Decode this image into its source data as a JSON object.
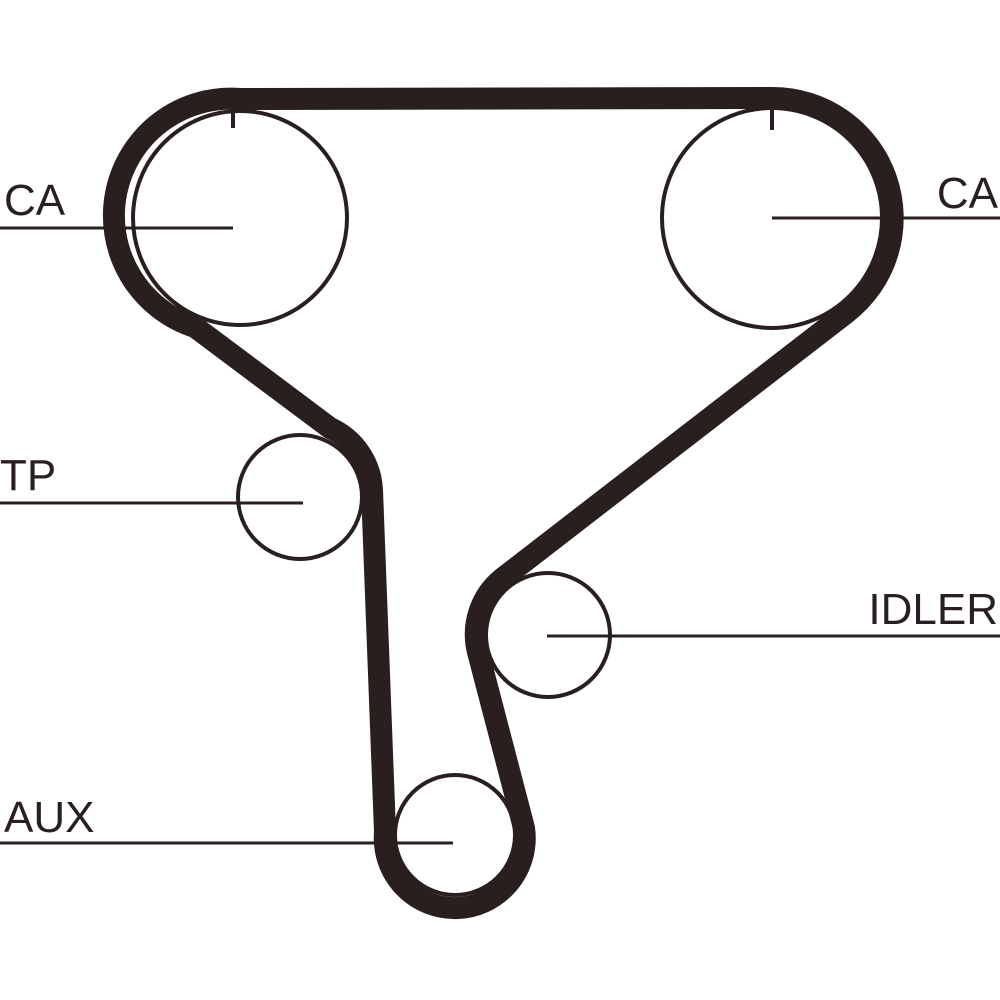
{
  "diagram": {
    "labels": {
      "cam_left": "CA",
      "cam_right": "CA",
      "tensioner": "TP",
      "idler": "IDLER",
      "auxiliary": "AUX"
    },
    "colors": {
      "belt": "#2a1f1f",
      "line": "#2a1f1f",
      "background": "#ffffff"
    }
  }
}
